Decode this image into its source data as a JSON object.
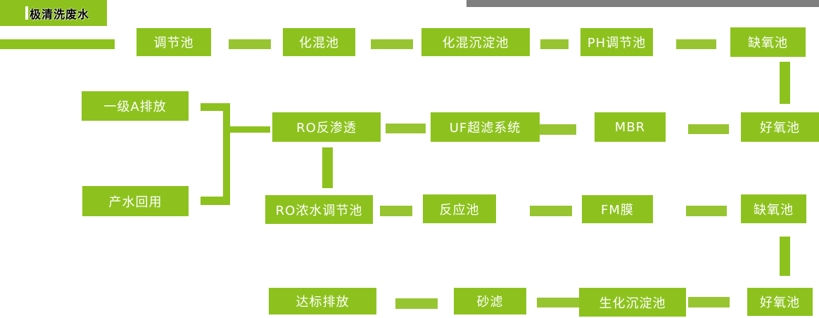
{
  "colors": {
    "green": "#8dc21e",
    "connector": "#97c531",
    "gray-bar": "#7f7f7f",
    "box-text": "#ffffff",
    "title-text": "#000000"
  },
  "title": {
    "label": "极清洗废水"
  },
  "nodes": [
    {
      "id": "regulating-tank",
      "label": "调节池"
    },
    {
      "id": "chem-mixing-tank",
      "label": "化混池"
    },
    {
      "id": "chem-mixing-sedimentation-tank",
      "label": "化混沉淀池"
    },
    {
      "id": "ph-adjustment-tank",
      "label": "PH调节池"
    },
    {
      "id": "anoxic-tank-1",
      "label": "缺氧池"
    },
    {
      "id": "aerobic-tank-1",
      "label": "好氧池"
    },
    {
      "id": "mbr",
      "label": "MBR"
    },
    {
      "id": "uf-ultrafiltration-system",
      "label": "UF超滤系统"
    },
    {
      "id": "ro-reverse-osmosis",
      "label": "RO反渗透"
    },
    {
      "id": "grade-a-discharge",
      "label": "一级A排放"
    },
    {
      "id": "product-water-reuse",
      "label": "产水回用"
    },
    {
      "id": "ro-concentrate-regulating-tank",
      "label": "RO浓水调节池"
    },
    {
      "id": "reaction-tank",
      "label": "反应池"
    },
    {
      "id": "fm-membrane",
      "label": "FM膜"
    },
    {
      "id": "anoxic-tank-2",
      "label": "缺氧池"
    },
    {
      "id": "aerobic-tank-2",
      "label": "好氧池"
    },
    {
      "id": "biochem-sedimentation-tank",
      "label": "生化沉淀池"
    },
    {
      "id": "sand-filter",
      "label": "砂滤"
    },
    {
      "id": "compliant-discharge",
      "label": "达标排放"
    }
  ],
  "links": [
    [
      "极清洗废水",
      "调节池"
    ],
    [
      "调节池",
      "化混池"
    ],
    [
      "化混池",
      "化混沉淀池"
    ],
    [
      "化混沉淀池",
      "PH调节池"
    ],
    [
      "PH调节池",
      "缺氧池"
    ],
    [
      "缺氧池",
      "好氧池"
    ],
    [
      "好氧池",
      "MBR"
    ],
    [
      "MBR",
      "UF超滤系统"
    ],
    [
      "UF超滤系统",
      "RO反渗透"
    ],
    [
      "RO反渗透",
      "一级A排放"
    ],
    [
      "RO反渗透",
      "产水回用"
    ],
    [
      "RO反渗透",
      "RO浓水调节池"
    ],
    [
      "RO浓水调节池",
      "反应池"
    ],
    [
      "反应池",
      "FM膜"
    ],
    [
      "FM膜",
      "缺氧池"
    ],
    [
      "缺氧池",
      "好氧池"
    ],
    [
      "好氧池",
      "生化沉淀池"
    ],
    [
      "生化沉淀池",
      "砂滤"
    ],
    [
      "砂滤",
      "达标排放"
    ]
  ]
}
